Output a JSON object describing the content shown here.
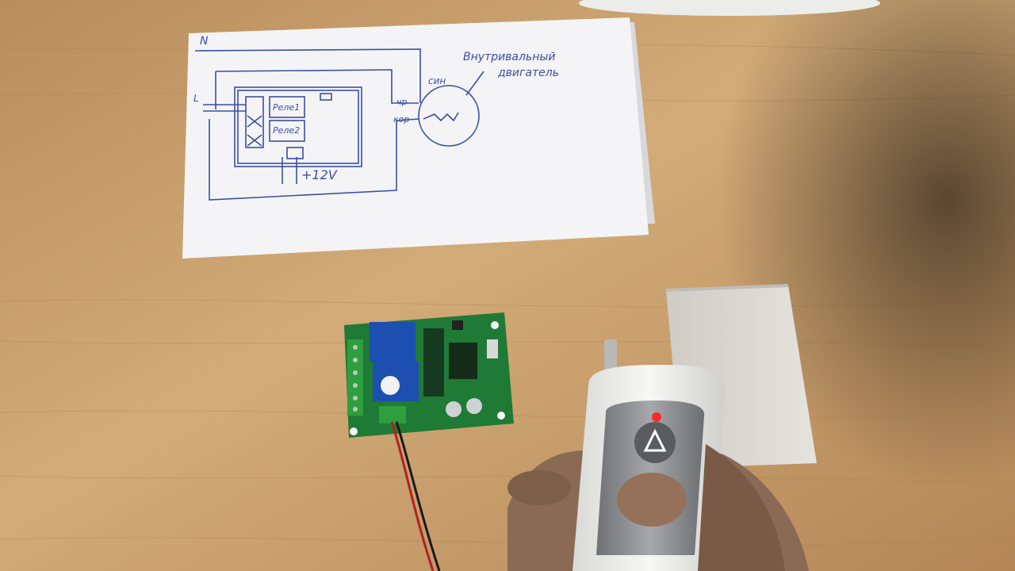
{
  "sketch": {
    "label_n": "N",
    "label_l": "L",
    "relay1": "Реле1",
    "relay2": "Реле2",
    "motor_title_line1": "Внутривальный",
    "motor_title_line2": "двигатель",
    "wire_sin": "син",
    "wire_chr": "чр",
    "wire_kor": "кор",
    "power": "+12V"
  },
  "colors": {
    "table": "#c9a16e",
    "paper": "#f4f4f6",
    "ink": "#3a4fa0",
    "pcb": "#1f7a35",
    "relay": "#1c4fb0",
    "terminal": "#2e9e3e",
    "remote_body": "#f1f1ee",
    "remote_panel": "#8d8f92",
    "led": "#ff2a2a"
  },
  "objects": [
    "hand-drawn-wiring-diagram",
    "two-channel-relay-board",
    "rf-remote-control",
    "plastic-enclosure",
    "hand"
  ]
}
